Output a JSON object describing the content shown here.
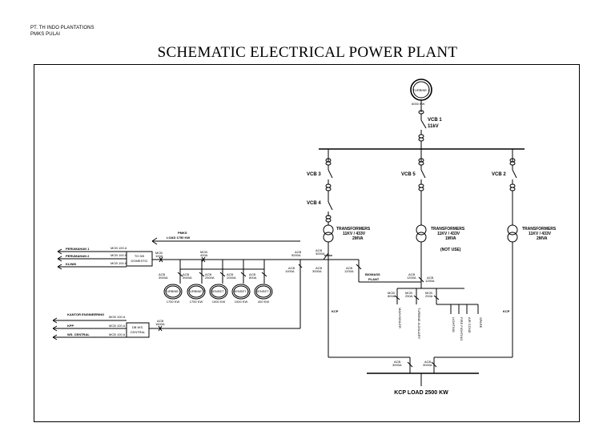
{
  "header": {
    "company": "PT. TH INDO PLANTATIONS",
    "site": "PMKS PULAI",
    "title": "SCHEMATIC ELECTRICAL POWER PLANT"
  },
  "turbine": {
    "name": "TURBINE 1",
    "rating": "6000 KW"
  },
  "vcb1": {
    "name": "VCB 1",
    "voltage": "11kV"
  },
  "feeders": {
    "vcb3": "VCB 3",
    "vcb4": "VCB 4",
    "vcb5": "VCB 5",
    "vcb2": "VCB 2"
  },
  "transformers": [
    {
      "title": "TRANSFORMERS",
      "ratio": "11KV / 433V",
      "rating": "2MVA",
      "note": ""
    },
    {
      "title": "TRANSFORMERS",
      "ratio": "11KV / 433V",
      "rating": "1MVA",
      "note": "(NOT USE)"
    },
    {
      "title": "TRANSFORMERS",
      "ratio": "11KV / 433V",
      "rating": "2MVA",
      "note": ""
    }
  ],
  "pmks_load": {
    "name": "PMKS",
    "load": "LOAD 1750 KW"
  },
  "domestic": {
    "box": [
      "TO DB",
      "DOMESTIC"
    ],
    "feeders": [
      "PERUMAHAN 1",
      "PERUMAHAN 2",
      "KLINIK"
    ],
    "mcb_tags": [
      "MCB 100 A",
      "MCB 100 A",
      "MCB 100 A"
    ],
    "mcb_main": [
      "MCB",
      "100A"
    ],
    "mcb_second": [
      "MCB",
      "400A"
    ]
  },
  "workshop": {
    "box": [
      "DB WS.",
      "CENTRAL"
    ],
    "feeders": [
      "KANTOR ENGINEERING",
      "KPP",
      "WS. CENTRAL"
    ],
    "mcb_tags": [
      "MCB 100 A",
      "MCB 100 A",
      "MCB 100 A"
    ],
    "acb": [
      "ACB",
      "1600A"
    ]
  },
  "motors": [
    {
      "acb": [
        "ACB",
        "3000A"
      ],
      "name": "TURBINE 1",
      "kw": "1750 KW"
    },
    {
      "acb": [
        "ACB",
        "3000A"
      ],
      "name": "TURBINE 2",
      "kw": "1750 KW"
    },
    {
      "acb": [
        "ACB",
        "2500A"
      ],
      "name": "GENSET 1",
      "kw": "1000 KW"
    },
    {
      "acb": [
        "ACB",
        "2000A"
      ],
      "name": "GENSET 2",
      "kw": "1000 KW"
    },
    {
      "acb": [
        "ACB",
        "800A"
      ],
      "name": "GENSET 3",
      "kw": "400 KW"
    }
  ],
  "acbs": {
    "a5000": [
      "ACB",
      "5000A"
    ],
    "a1000": [
      "ACB",
      "1000A"
    ],
    "a4000": [
      "ACB",
      "4000A"
    ],
    "a3000": [
      "ACB",
      "3000A"
    ],
    "a1200": [
      "ACB",
      "1200A"
    ],
    "a1200b": [
      "ACB",
      "1200A"
    ],
    "a1250": [
      "ACB",
      "1250A"
    ],
    "kcp_l": [
      "ACB",
      "3000A"
    ],
    "kcp_r": [
      "ACB",
      "3000A"
    ]
  },
  "biomass": [
    "BIOMASS",
    "PLANT"
  ],
  "mcb_small": [
    {
      "lbl": [
        "MCB",
        "800A"
      ]
    },
    {
      "lbl": [
        "MCB",
        "250A"
      ]
    },
    {
      "lbl": [
        "MCB",
        "200A"
      ]
    }
  ],
  "vertical_loads": [
    "MAIN BOILER",
    "TURBINE AUXILIARY",
    "LIGHTING",
    "FIRE FIGHTING",
    "AIR COND",
    "SPARE"
  ],
  "kcp": {
    "left": "KCP",
    "right": "KCP",
    "load": "KCP LOAD 2500 KW"
  }
}
